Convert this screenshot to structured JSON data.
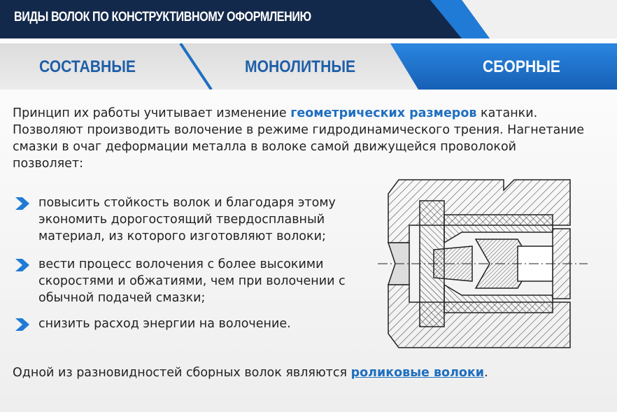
{
  "header": {
    "title": "ВИДЫ ВОЛОК ПО КОНСТРУКТИВНОМУ ОФОРМЛЕНИЮ"
  },
  "tabs": [
    {
      "label": "СОСТАВНЫЕ"
    },
    {
      "label": "МОНОЛИТНЫЕ"
    },
    {
      "label": "СБОРНЫЕ"
    }
  ],
  "intro": {
    "part1": "Принцип их работы учитывает изменение ",
    "highlight": "геометрических размеров",
    "part2": " катанки. Позволяют производить волочение в режиме гидродинамического трения. Нагнетание смазки в очаг деформации металла в волоке самой движущейся проволокой позволяет:"
  },
  "bullets": [
    {
      "text": "повысить стойкость волок и благодаря этому экономить дорогостоящий твердосплавный материал, из которого изготовляют волоки;"
    },
    {
      "text": "вести процесс волочения с более высокими скоростями и обжатиями, чем при волочении с обычной подачей смазки;"
    },
    {
      "text": "снизить расход энергии на волочение."
    }
  ],
  "footer": {
    "text": "Одной из разновидностей сборных волок являются ",
    "link": "роликовые волоки",
    "end": "."
  },
  "colors": {
    "dark": "#13294b",
    "accent": "#1f6fc0"
  }
}
